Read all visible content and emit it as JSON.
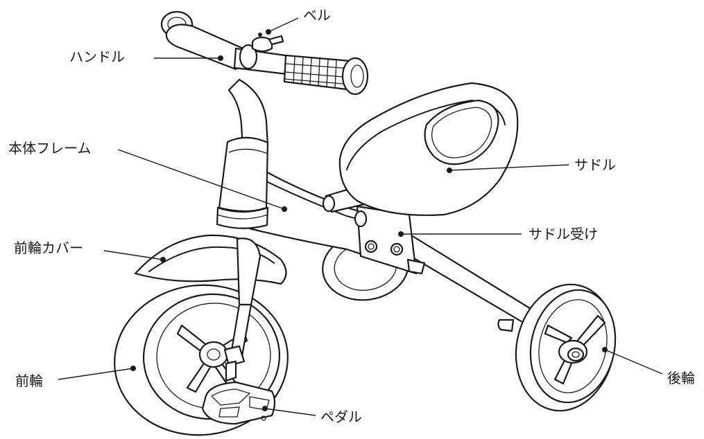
{
  "labels": {
    "bell": "ベル",
    "handle": "ハンドル",
    "frame": "本体フレーム",
    "saddle": "サドル",
    "saddle_mount": "サドル受け",
    "front_cover": "前輪カバー",
    "front_wheel": "前輪",
    "rear_wheel": "後輪",
    "pedal": "ペダル"
  },
  "colors": {
    "ink": "#1a1a1a",
    "background": "#ffffff"
  }
}
